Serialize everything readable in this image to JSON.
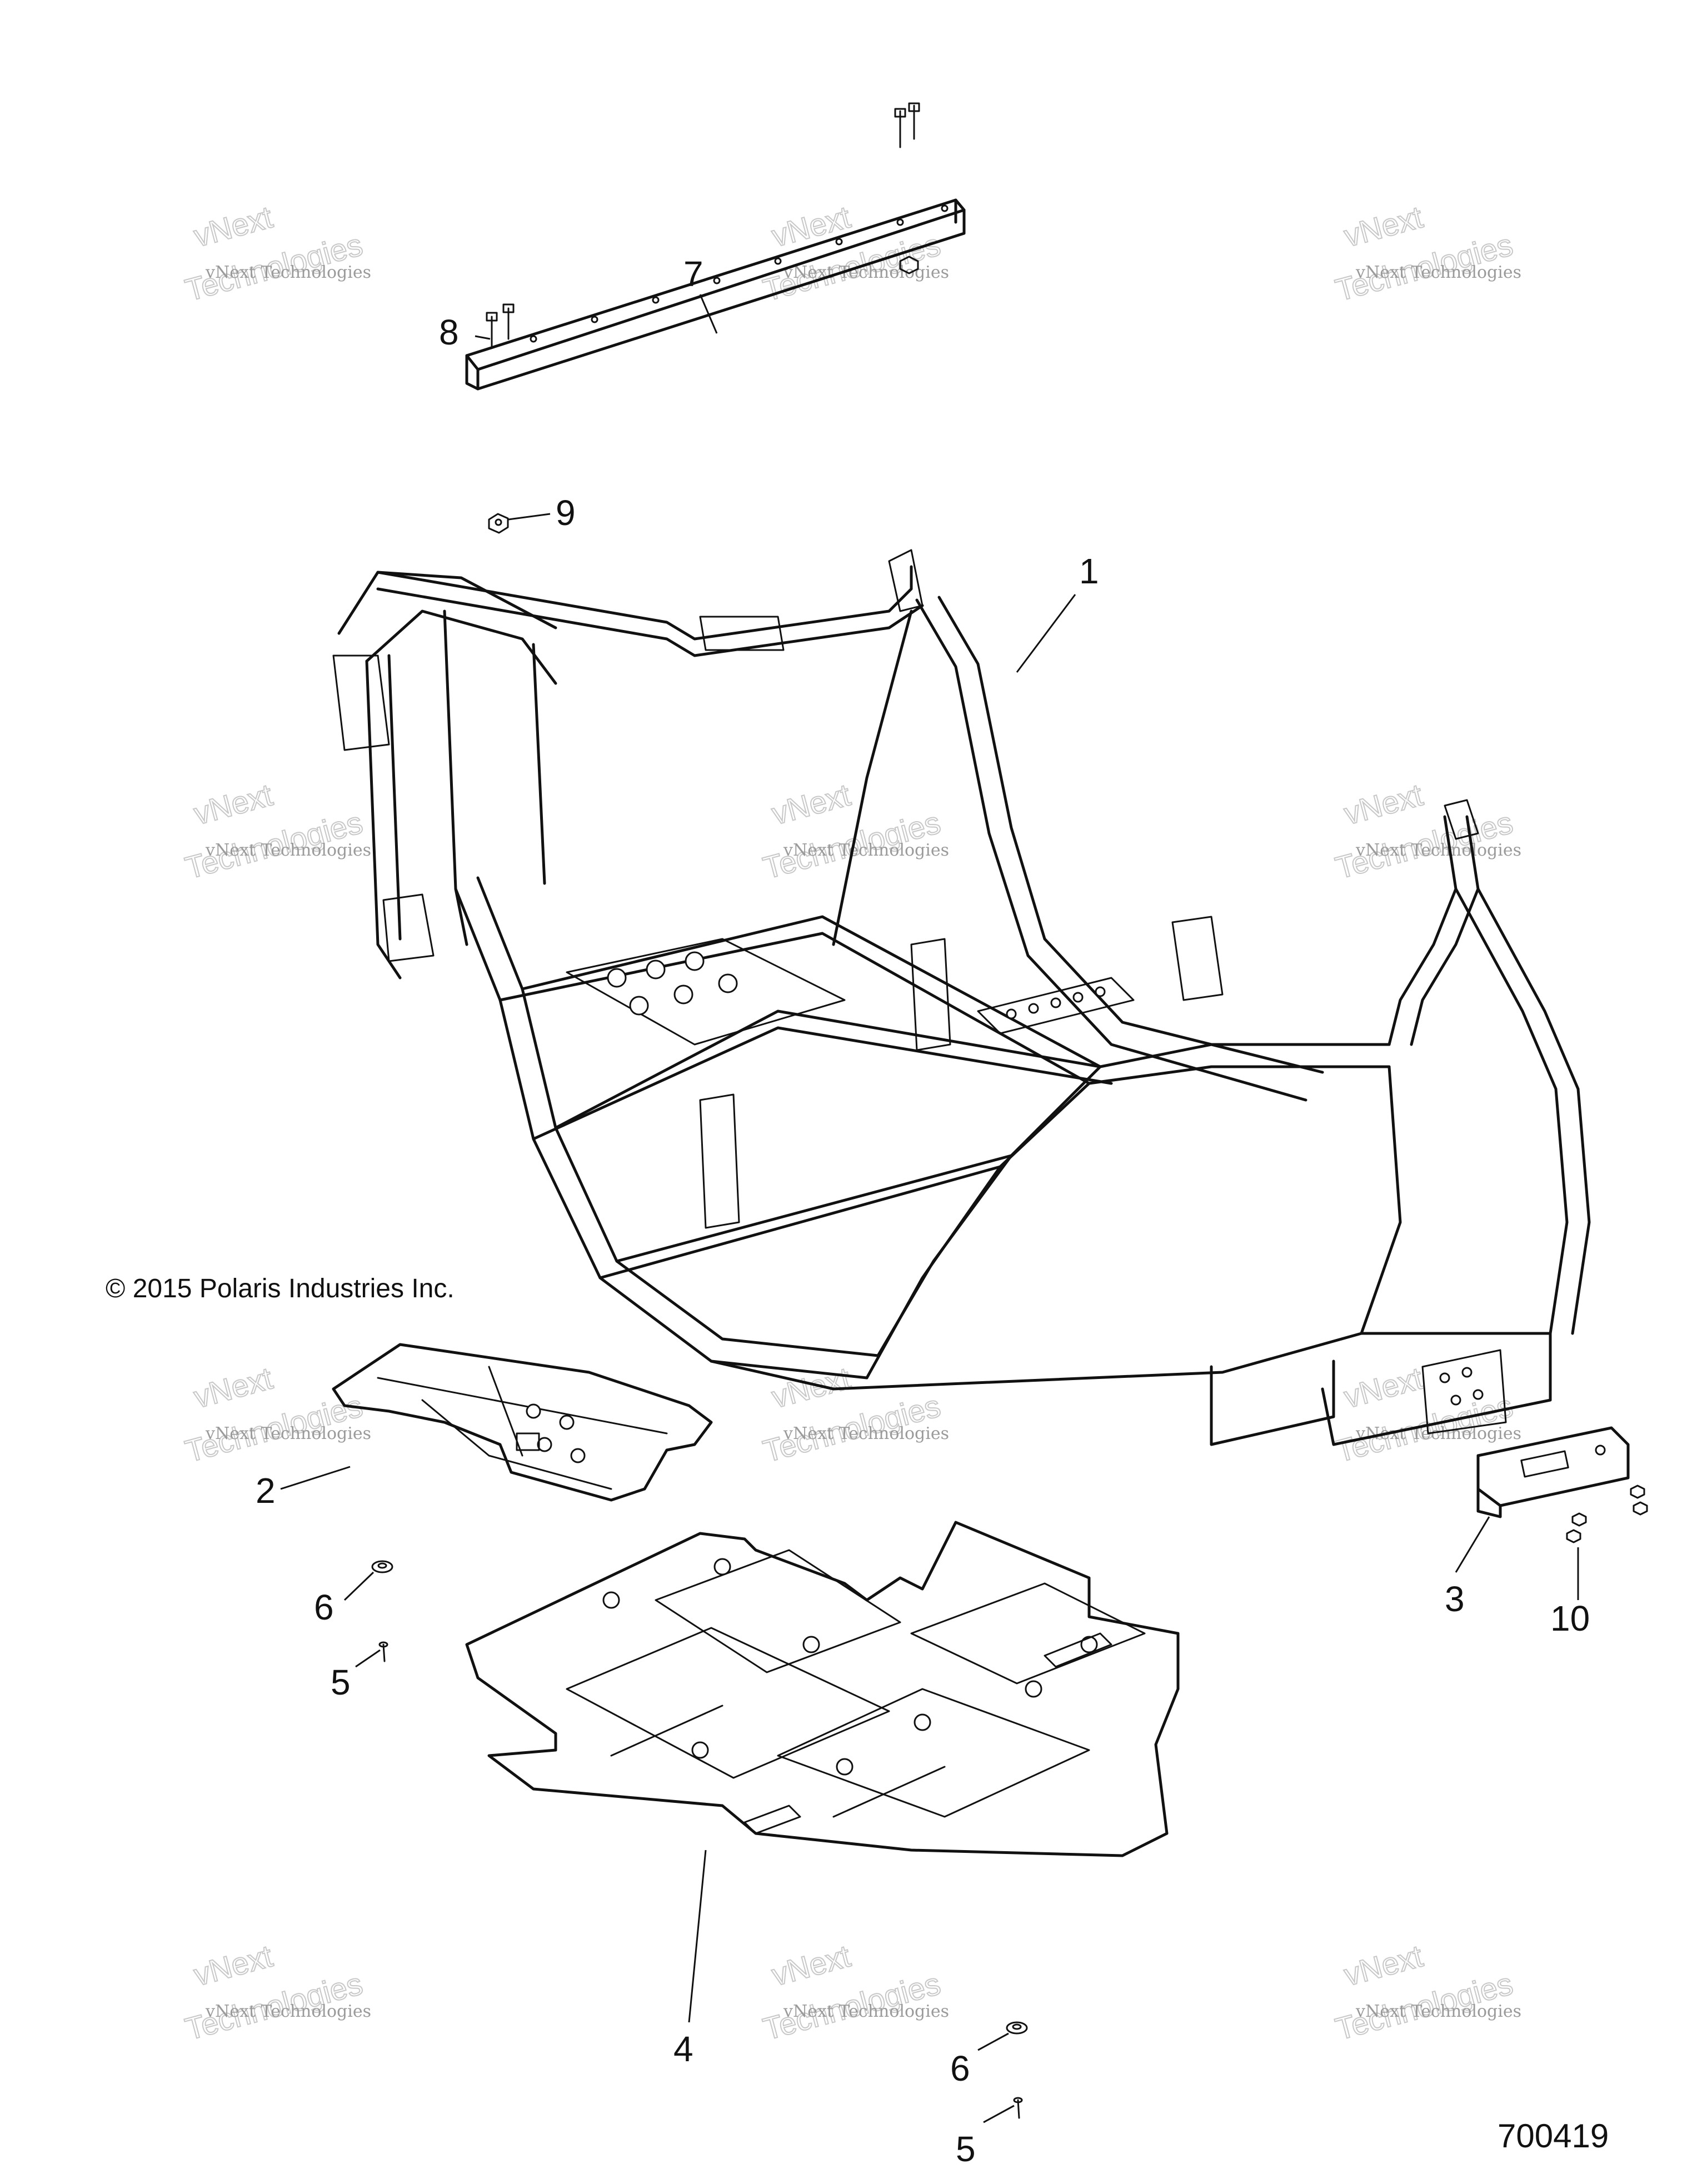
{
  "copyright": "© 2015 Polaris Industries Inc.",
  "document_number": "700419",
  "watermark": {
    "line1": "vNext Technologies",
    "line2": "Technologies",
    "line3": "vNext"
  },
  "callouts": {
    "frame": "1",
    "front_skid_plate": "2",
    "bracket": "3",
    "main_skid_plate": "4",
    "screw_left": "5",
    "screw_bottom": "5",
    "grommet_left": "6",
    "grommet_bottom": "6",
    "cross_bar": "7",
    "bolt": "8",
    "nut": "9",
    "bracket_bolt": "10"
  }
}
